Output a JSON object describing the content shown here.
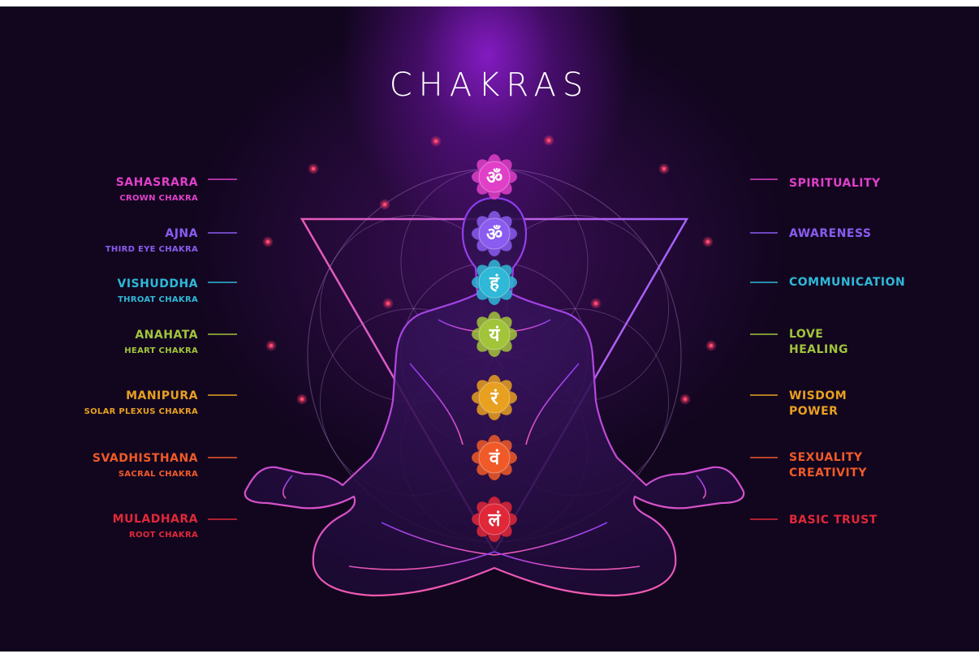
{
  "title": "CHAKRAS",
  "colors": {
    "background": "#12061f",
    "crown": "#e040c8",
    "third_eye": "#8a5cf0",
    "throat": "#2fb8d8",
    "heart": "#a2c43a",
    "solar_plexus": "#e8a020",
    "sacral": "#f05a28",
    "root": "#e02838"
  },
  "chakras": [
    {
      "name": "SAHASRARA",
      "subtitle": "CROWN CHAKRA",
      "meaning": [
        "SPIRITUALITY"
      ],
      "symbol": "ॐ",
      "color": "#e040c8",
      "icon": "crown-lotus-icon"
    },
    {
      "name": "AJNA",
      "subtitle": "THIRD EYE CHAKRA",
      "meaning": [
        "AWARENESS"
      ],
      "symbol": "ॐ",
      "color": "#8a5cf0",
      "icon": "third-eye-lotus-icon"
    },
    {
      "name": "VISHUDDHA",
      "subtitle": "THROAT CHAKRA",
      "meaning": [
        "COMMUNICATION"
      ],
      "symbol": "हं",
      "color": "#2fb8d8",
      "icon": "throat-lotus-icon"
    },
    {
      "name": "ANAHATA",
      "subtitle": "HEART CHAKRA",
      "meaning": [
        "LOVE",
        "HEALING"
      ],
      "symbol": "यं",
      "color": "#a2c43a",
      "icon": "heart-lotus-icon"
    },
    {
      "name": "MANIPURA",
      "subtitle": "SOLAR PLEXUS CHAKRA",
      "meaning": [
        "WISDOM",
        "POWER"
      ],
      "symbol": "रं",
      "color": "#e8a020",
      "icon": "solar-plexus-lotus-icon"
    },
    {
      "name": "SVADHISTHANA",
      "subtitle": "SACRAL CHAKRA",
      "meaning": [
        "SEXUALITY",
        "CREATIVITY"
      ],
      "symbol": "वं",
      "color": "#f05a28",
      "icon": "sacral-lotus-icon"
    },
    {
      "name": "MULADHARA",
      "subtitle": "ROOT CHAKRA",
      "meaning": [
        "BASIC TRUST"
      ],
      "symbol": "लं",
      "color": "#e02838",
      "icon": "root-lotus-icon"
    }
  ]
}
